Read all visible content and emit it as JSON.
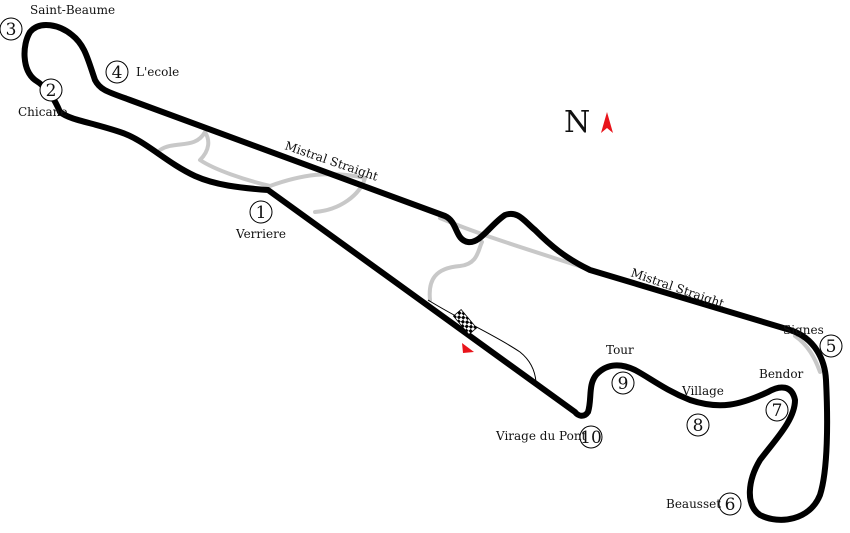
{
  "north": {
    "letter": "N",
    "arrow_color": "#e8141b"
  },
  "colors": {
    "track": "#000000",
    "alternate_layouts": "#c8c8c8",
    "pit_lane": "#000000",
    "start_direction": "#e8141b",
    "background": "#ffffff"
  },
  "straights": [
    {
      "label": "Mistral Straight"
    },
    {
      "label": "Mistral Straight"
    }
  ],
  "turns": [
    {
      "number": "1",
      "label": "Verriere"
    },
    {
      "number": "2",
      "label": "Chicane"
    },
    {
      "number": "3",
      "label": "Saint-Beaume"
    },
    {
      "number": "4",
      "label": "L'ecole"
    },
    {
      "number": "5",
      "label": "Signes"
    },
    {
      "number": "6",
      "label": "Beausset"
    },
    {
      "number": "7",
      "label": "Bendor"
    },
    {
      "number": "8",
      "label": "Village"
    },
    {
      "number": "9",
      "label": "Tour"
    },
    {
      "number": "10",
      "label": "Virage du Pont"
    }
  ],
  "start_finish": {
    "icon": "checkered-flag-icon"
  }
}
